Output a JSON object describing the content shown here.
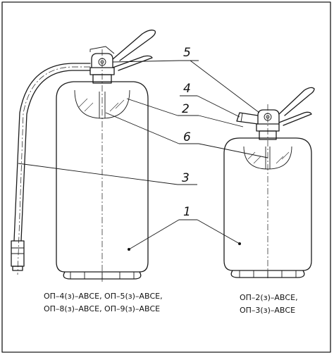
{
  "callouts": [
    {
      "id": "5",
      "label": "5"
    },
    {
      "id": "4",
      "label": "4"
    },
    {
      "id": "2",
      "label": "2"
    },
    {
      "id": "6",
      "label": "6"
    },
    {
      "id": "3",
      "label": "3"
    },
    {
      "id": "1",
      "label": "1"
    }
  ],
  "captions": {
    "large": [
      "ОП–4(з)–АВСЕ, ОП–5(з)–АВСЕ,",
      "ОП–8(з)–АВСЕ, ОП–9(з)–АВСЕ"
    ],
    "small": [
      "ОП–2(з)–АВСЕ,",
      "ОП–3(з)–АВСЕ"
    ]
  }
}
